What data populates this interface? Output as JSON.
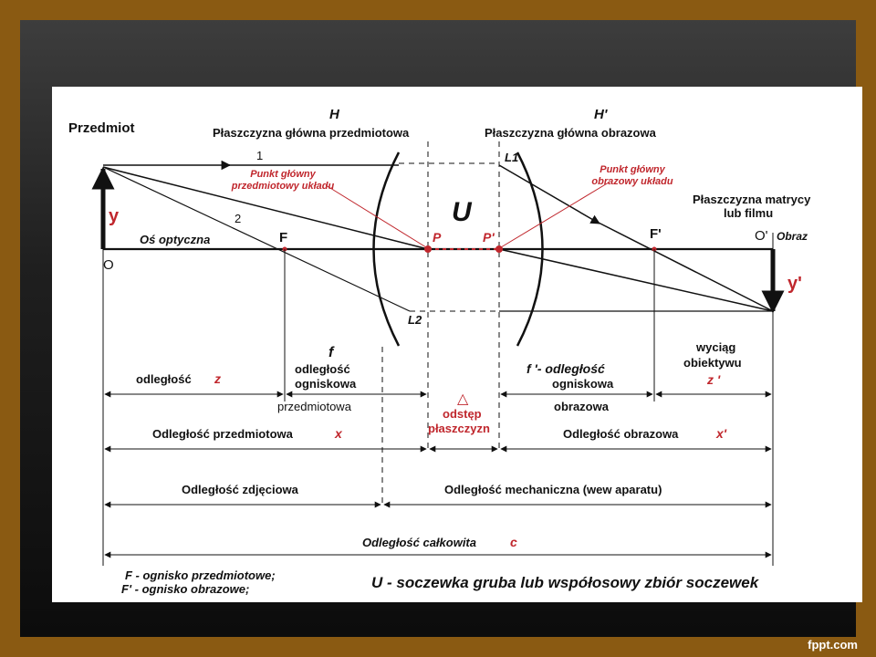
{
  "labels": {
    "przedmiot": "Przedmiot",
    "h": "H",
    "h_prime": "H'",
    "plane_h": "Płaszczyzna główna przedmiotowa",
    "plane_h_prime": "Płaszczyzna główna obrazowa",
    "ray1": "1",
    "ray2": "2",
    "l1": "L1",
    "l2": "L2",
    "punkt_p_line1": "Punkt główny",
    "punkt_p_line2": "przedmiotowy układu",
    "punkt_pp_line1": "Punkt główny",
    "punkt_pp_line2": "obrazowy układu",
    "u": "U",
    "y": "y",
    "y_prime": "y'",
    "os_optyczna": "Oś optyczna",
    "f": "F",
    "f_prime": "F'",
    "p": "P",
    "p_prime": "P'",
    "o": "O",
    "o_prime": "O'",
    "obraz": "Obraz",
    "matryca_line1": "Płaszczyzna matrycy",
    "matryca_line2": "lub filmu",
    "f_italic": "f",
    "odl_ogn_line1": "odległość",
    "odl_ogn_line2": "ogniskowa",
    "odl_ogn_line3": "przedmiotowa",
    "odleglosc_z_text": "odległość",
    "z": "z",
    "f_prime_dist_line1": "f '- odległość",
    "f_prime_dist_line2": "ogniskowa",
    "f_prime_dist_line3": "obrazowa",
    "wyciag_line1": "wyciąg",
    "wyciag_line2": "obiektywu",
    "z_prime": "z '",
    "delta": "△",
    "odstep": "odstęp",
    "plaszczyzn": "płaszczyzn",
    "odl_przedmiotowa": "Odległość przedmiotowa",
    "x": "x",
    "odl_obrazowa": "Odległość obrazowa",
    "x_prime": "x'",
    "odl_zdjeciowa": "Odległość zdjęciowa",
    "odl_mechaniczna": "Odległość mechaniczna (wew aparatu)",
    "odl_calkowita": "Odległość całkowita",
    "c": "c",
    "legend_f": "F - ognisko przedmiotowe;",
    "legend_f_prime": "F' - ognisko obrazowe;",
    "legend_u": "U - soczewka gruba lub współosowy zbiór  soczewek"
  },
  "watermark": "fppt.com",
  "colors": {
    "frame": "#8a5a12",
    "accent_red": "#c0272d",
    "line": "#111111"
  }
}
